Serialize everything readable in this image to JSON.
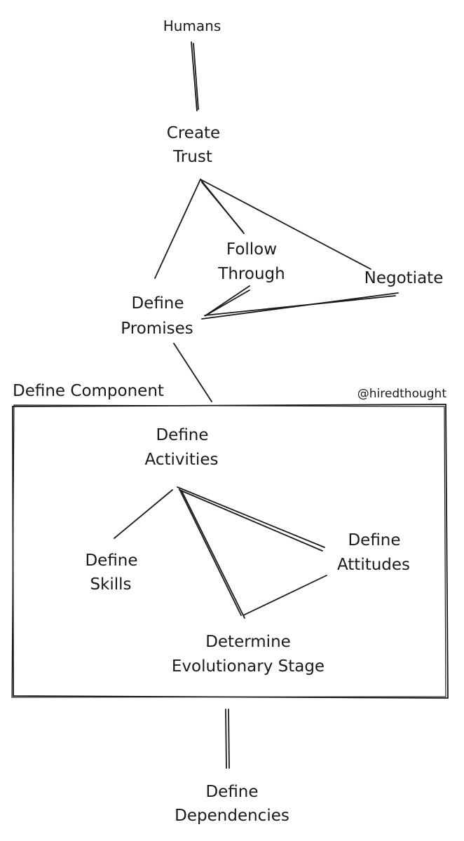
{
  "nodes": {
    "humans": [
      "Humans"
    ],
    "create_trust": [
      "Create",
      "Trust"
    ],
    "follow_through": [
      "Follow",
      "Through"
    ],
    "negotiate": [
      "Negotiate"
    ],
    "define_promises": [
      "Define",
      "Promises"
    ],
    "define_activities": [
      "Define",
      "Activities"
    ],
    "define_skills": [
      "Define",
      "Skills"
    ],
    "define_attitudes": [
      "Define",
      "Attitudes"
    ],
    "determine_stage": [
      "Determine",
      "Evolutionary Stage"
    ],
    "define_dependencies": [
      "Define",
      "Dependencies"
    ]
  },
  "component_label": "Define Component",
  "watermark": "@hiredthought"
}
